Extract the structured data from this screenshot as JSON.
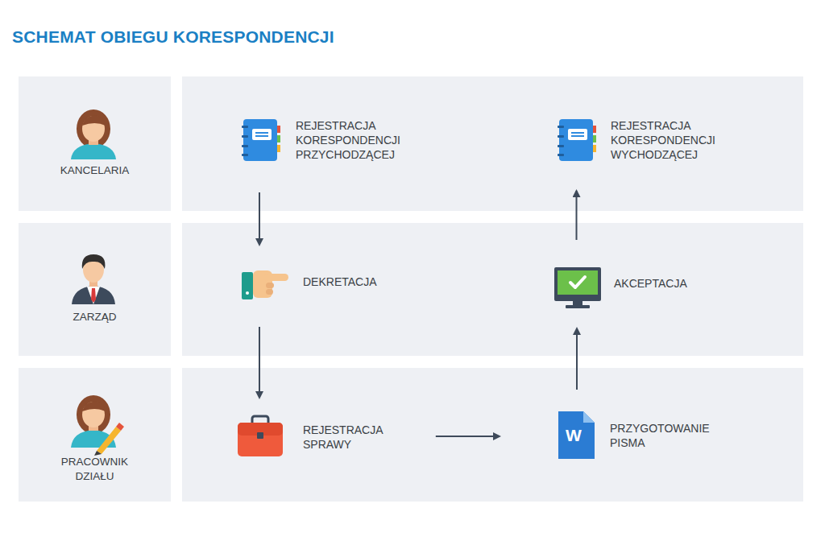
{
  "diagram": {
    "title": "SCHEMAT OBIEGU KORESPONDENCJI",
    "nodes": [
      {
        "text": [
          "KANCELARIA"
        ]
      },
      {
        "text": [
          "REJESTRACJA KORESPONDENCJI PRZYCHODZĄCEJ"
        ]
      },
      {
        "text": [
          "REJESTRACJA KORESPONDENCJI WYCHODZĄCEJ"
        ]
      },
      {
        "text": [
          "ZARZĄD"
        ]
      },
      {
        "text": [
          "DEKRETACJA"
        ]
      },
      {
        "text": [
          "AKCEPTACJA"
        ]
      },
      {
        "text": [
          "PRACOWNIK DZIAŁU"
        ]
      },
      {
        "text": [
          "REJESTRACJA SPRAWY"
        ]
      },
      {
        "text": [
          "PRZYGOTOWANIE PISMA"
        ]
      }
    ],
    "edges": [
      {
        "from": 1,
        "to": 4,
        "arrow": "to"
      },
      {
        "from": 4,
        "to": 7,
        "arrow": "to"
      },
      {
        "from": 7,
        "to": 8,
        "arrow": "to"
      },
      {
        "from": 8,
        "to": 5,
        "arrow": "to"
      },
      {
        "from": 5,
        "to": 2,
        "arrow": "to"
      }
    ],
    "labels": [
      "W"
    ]
  }
}
